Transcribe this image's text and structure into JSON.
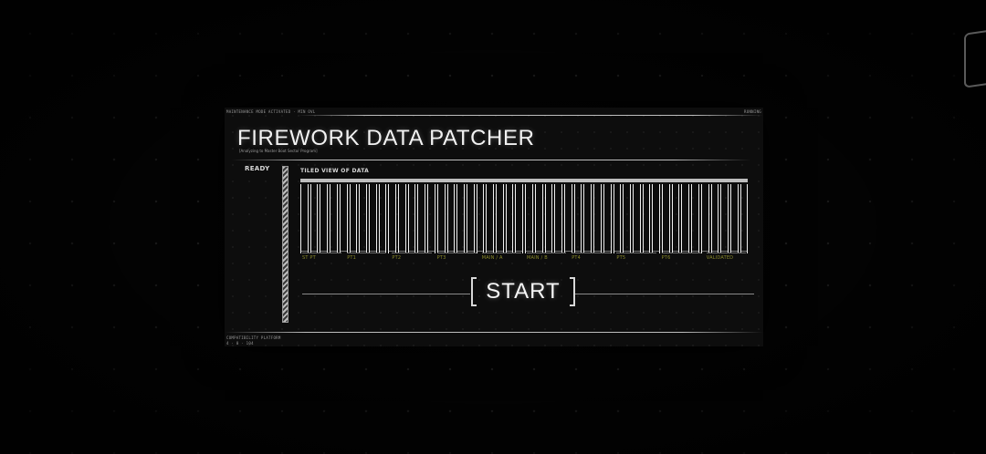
{
  "header": {
    "top_left_caption": "MAINTENANCE MODE ACTIVATED · MIN OVL",
    "top_right_caption": "RUNNING",
    "title": "FIREWORK DATA PATCHER",
    "subtitle": "[Analyzing to Master Boot Sector Program]"
  },
  "status": {
    "ready_label": "READY",
    "progress": 1.0
  },
  "data_view": {
    "label": "TILED VIEW OF DATA",
    "tile_count": 46,
    "segments": [
      "ST PT",
      "PT1",
      "PT2",
      "PT3",
      "MAIN / A",
      "MAIN / B",
      "PT4",
      "PT5",
      "PT6",
      "VALIDATED"
    ]
  },
  "actions": {
    "start_label": "START"
  },
  "footer": {
    "caption": "COMPATIBILITY PLATFORM",
    "caption_2": "4 · 0 · 104"
  },
  "colors": {
    "background": "#040404",
    "panel": "#0d0d0d",
    "accent": "#f0f0f0",
    "segment_label": "#8a8a2a"
  }
}
